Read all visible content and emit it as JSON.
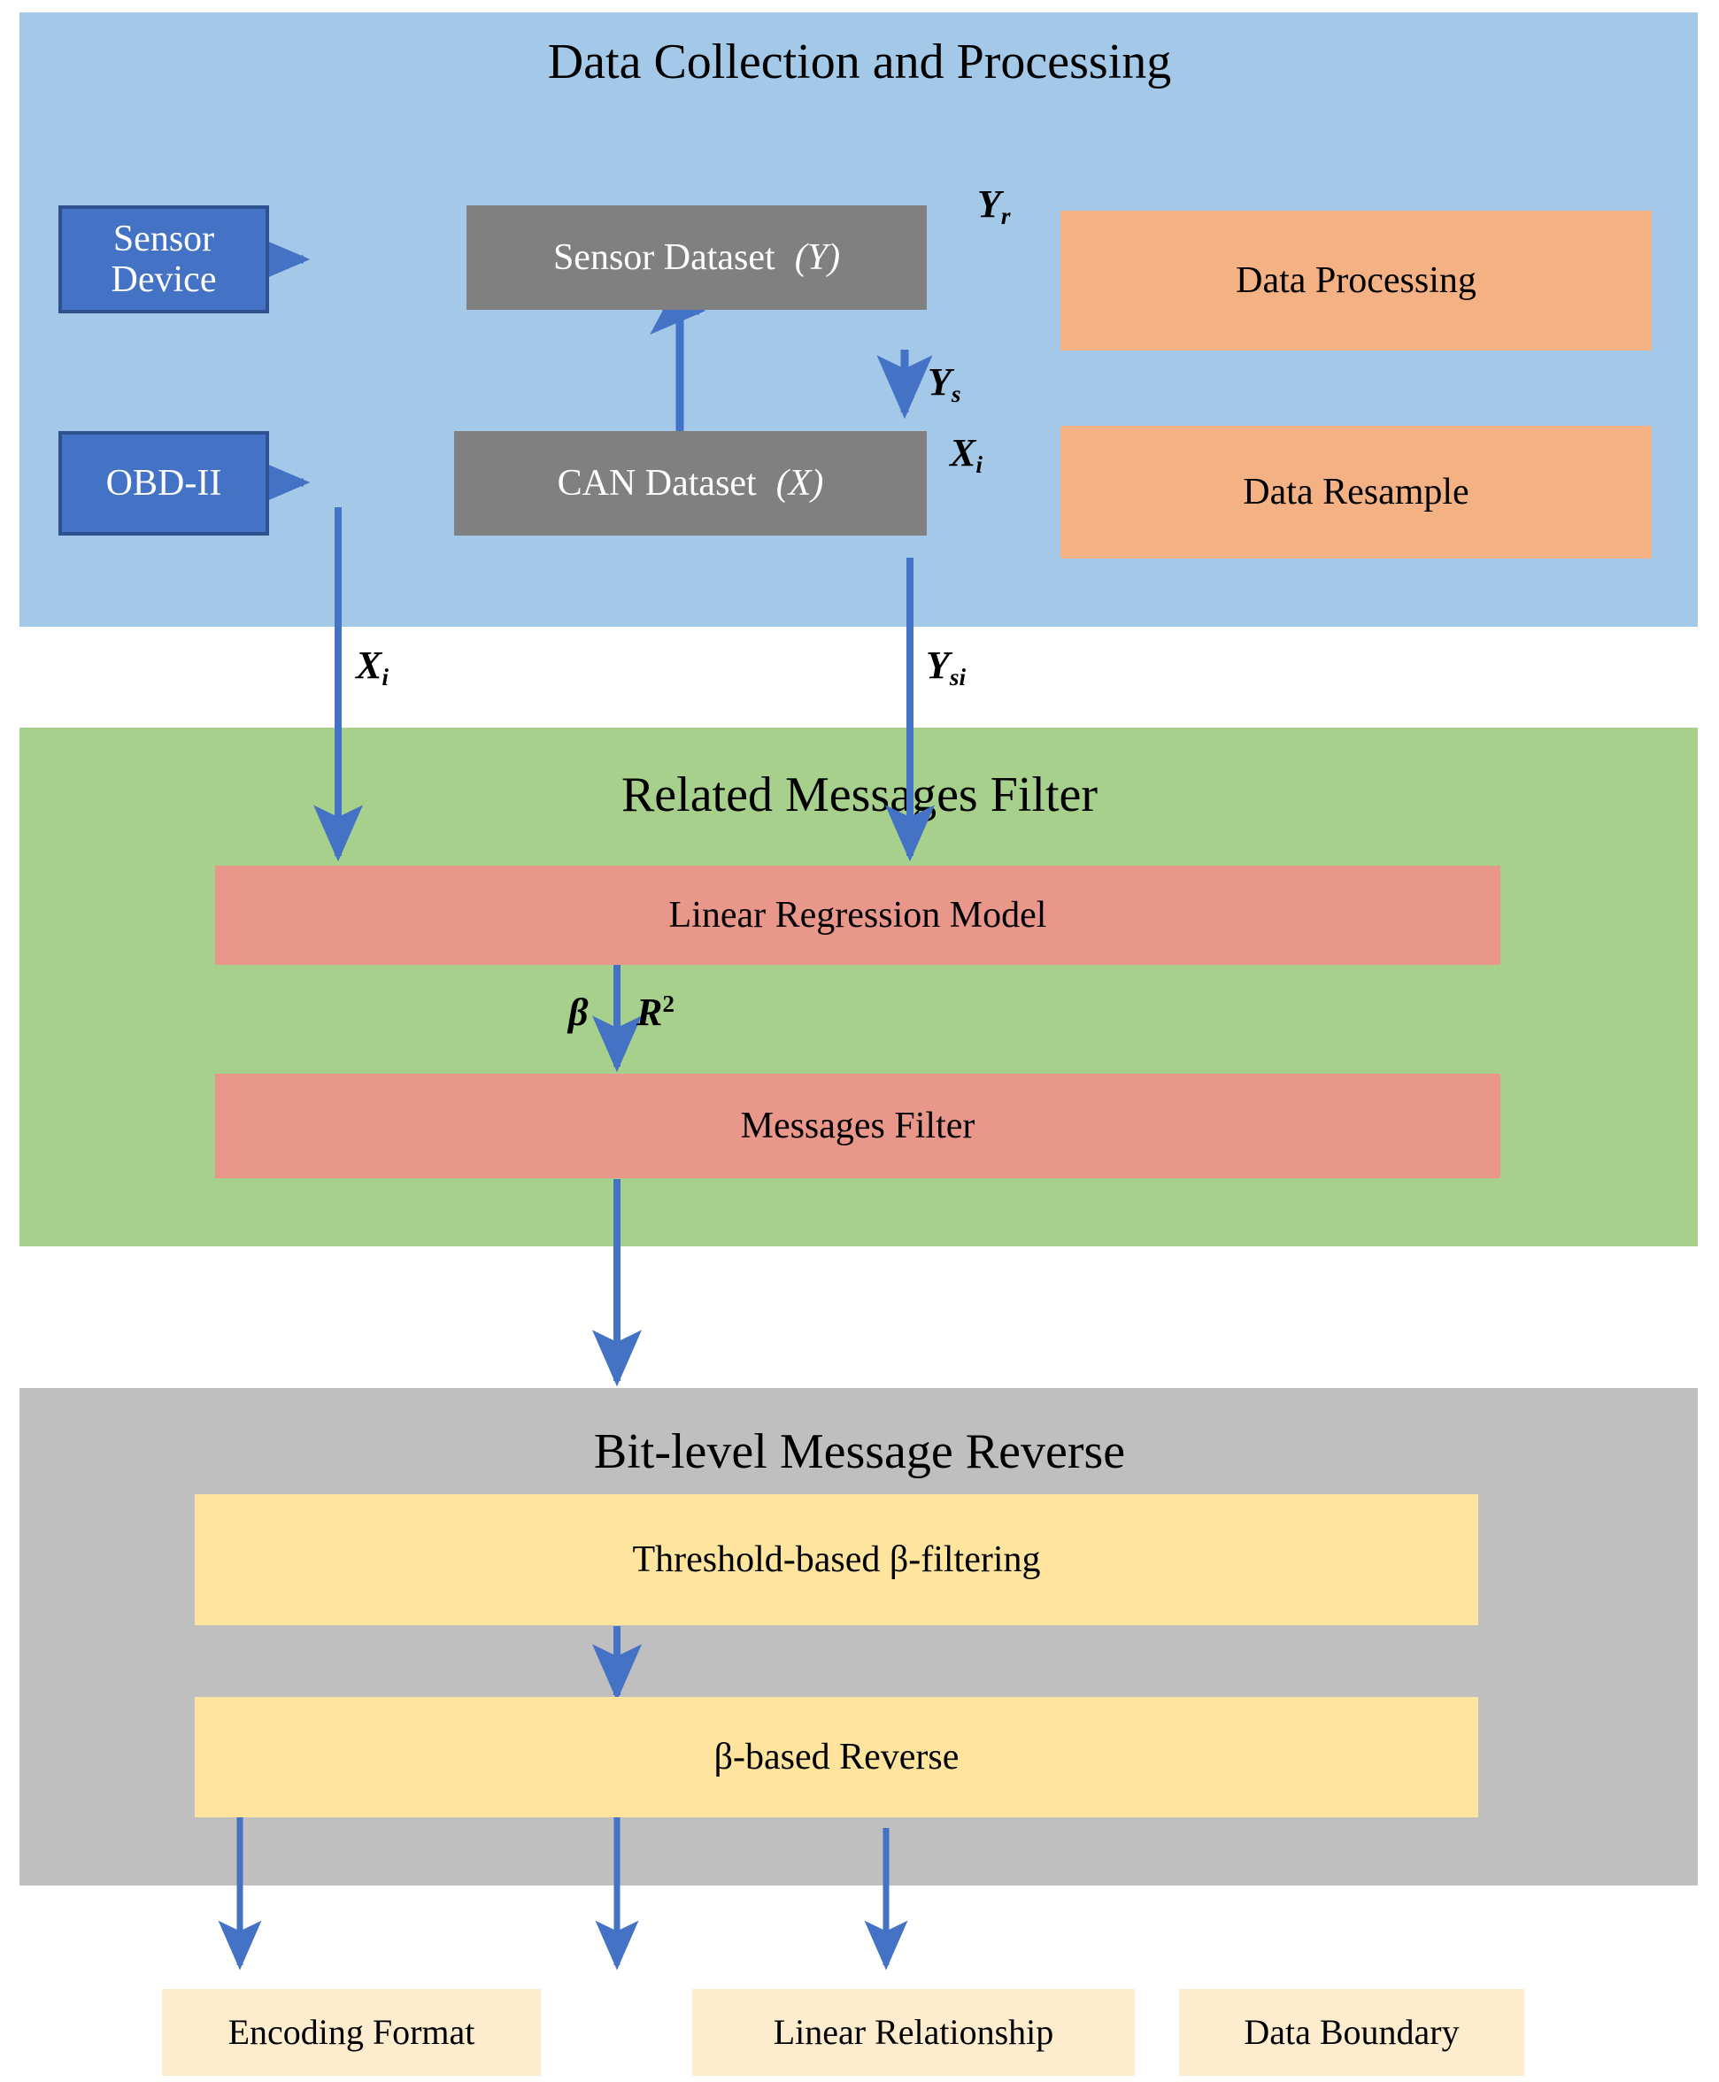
{
  "figure": {
    "type": "flowchart",
    "title": "Framework for CAN bus bit-level message reverse engineering"
  },
  "sections": [
    {
      "id": "data-collection",
      "title": "Data Collection and Processing",
      "color": "#A3C8E8"
    },
    {
      "id": "related-messages-filter",
      "title": "Related Messages Filter",
      "color": "#A8D08D"
    },
    {
      "id": "bit-level-message-reverse",
      "title": "Bit-level Message Reverse",
      "color": "#BFBFBF"
    }
  ],
  "nodes": {
    "sensor_device": "Sensor Device",
    "sensor_dataset_text": "Sensor Dataset",
    "sensor_dataset_var": "(Y)",
    "obd_ii": "OBD-II",
    "can_dataset_text": "CAN Dataset",
    "can_dataset_var": "(X)",
    "data_processing": "Data Processing",
    "data_resample": "Data Resample",
    "linear_regression_model": "Linear Regression Model",
    "messages_filter": "Messages Filter",
    "threshold_beta_filtering": "Threshold-based β-filtering",
    "beta_based_reverse": "β-based Reverse",
    "encoding_format": "Encoding Format",
    "linear_relationship": "Linear Relationship",
    "data_boundary": "Data Boundary"
  },
  "edge_labels": {
    "yr_base": "Y",
    "yr_sub": "r",
    "xi_top_base": "X",
    "xi_top_sub": "i",
    "ys_base": "Y",
    "ys_sub": "s",
    "xi_mid_base": "X",
    "xi_mid_sub": "i",
    "ysi_base": "Y",
    "ysi_sub": "si",
    "beta": "β",
    "r2_base": "R",
    "r2_sup": "2"
  },
  "colors": {
    "section_blue": "#A3C8E8",
    "section_green": "#A8D08D",
    "section_grey": "#BFBFBF",
    "node_blue": "#4472C4",
    "node_blue_border": "#2E528F",
    "node_grey": "#808080",
    "node_orange": "#F4B183",
    "node_red": "#E9968B",
    "node_yellow": "#FEE49C",
    "node_cream": "#FDEDCE",
    "arrow": "#4472C4",
    "text_dark": "#000000",
    "text_light": "#FFFFFF"
  }
}
